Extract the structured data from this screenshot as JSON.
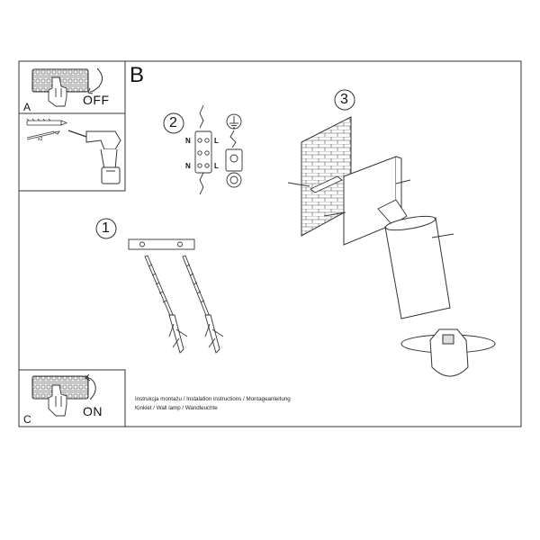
{
  "panels": {
    "a": {
      "letter": "A",
      "power_label": "OFF"
    },
    "b": {
      "letter": "B"
    },
    "c": {
      "letter": "C",
      "power_label": "ON"
    }
  },
  "drill_panel": {
    "dowel_count": "x2"
  },
  "steps": [
    "1",
    "2",
    "3"
  ],
  "wiring": {
    "neutral": "N",
    "live": "L"
  },
  "captions": [
    "Instrukcja montażu / Instalation instructions / Montageanleitung",
    "Kinkiet / Wall lamp / Wandleuchte"
  ],
  "icons": [
    "fuse-box-icon",
    "hand-icon",
    "rotate-arrow-icon",
    "drill-icon",
    "dowel-screw-icon",
    "ground-symbol-icon",
    "terminal-block-icon",
    "wall-brick-icon",
    "lamp-spotlight-icon",
    "gu10-bulb-icon"
  ],
  "colors": {
    "line": "#222222",
    "background": "#ffffff"
  }
}
